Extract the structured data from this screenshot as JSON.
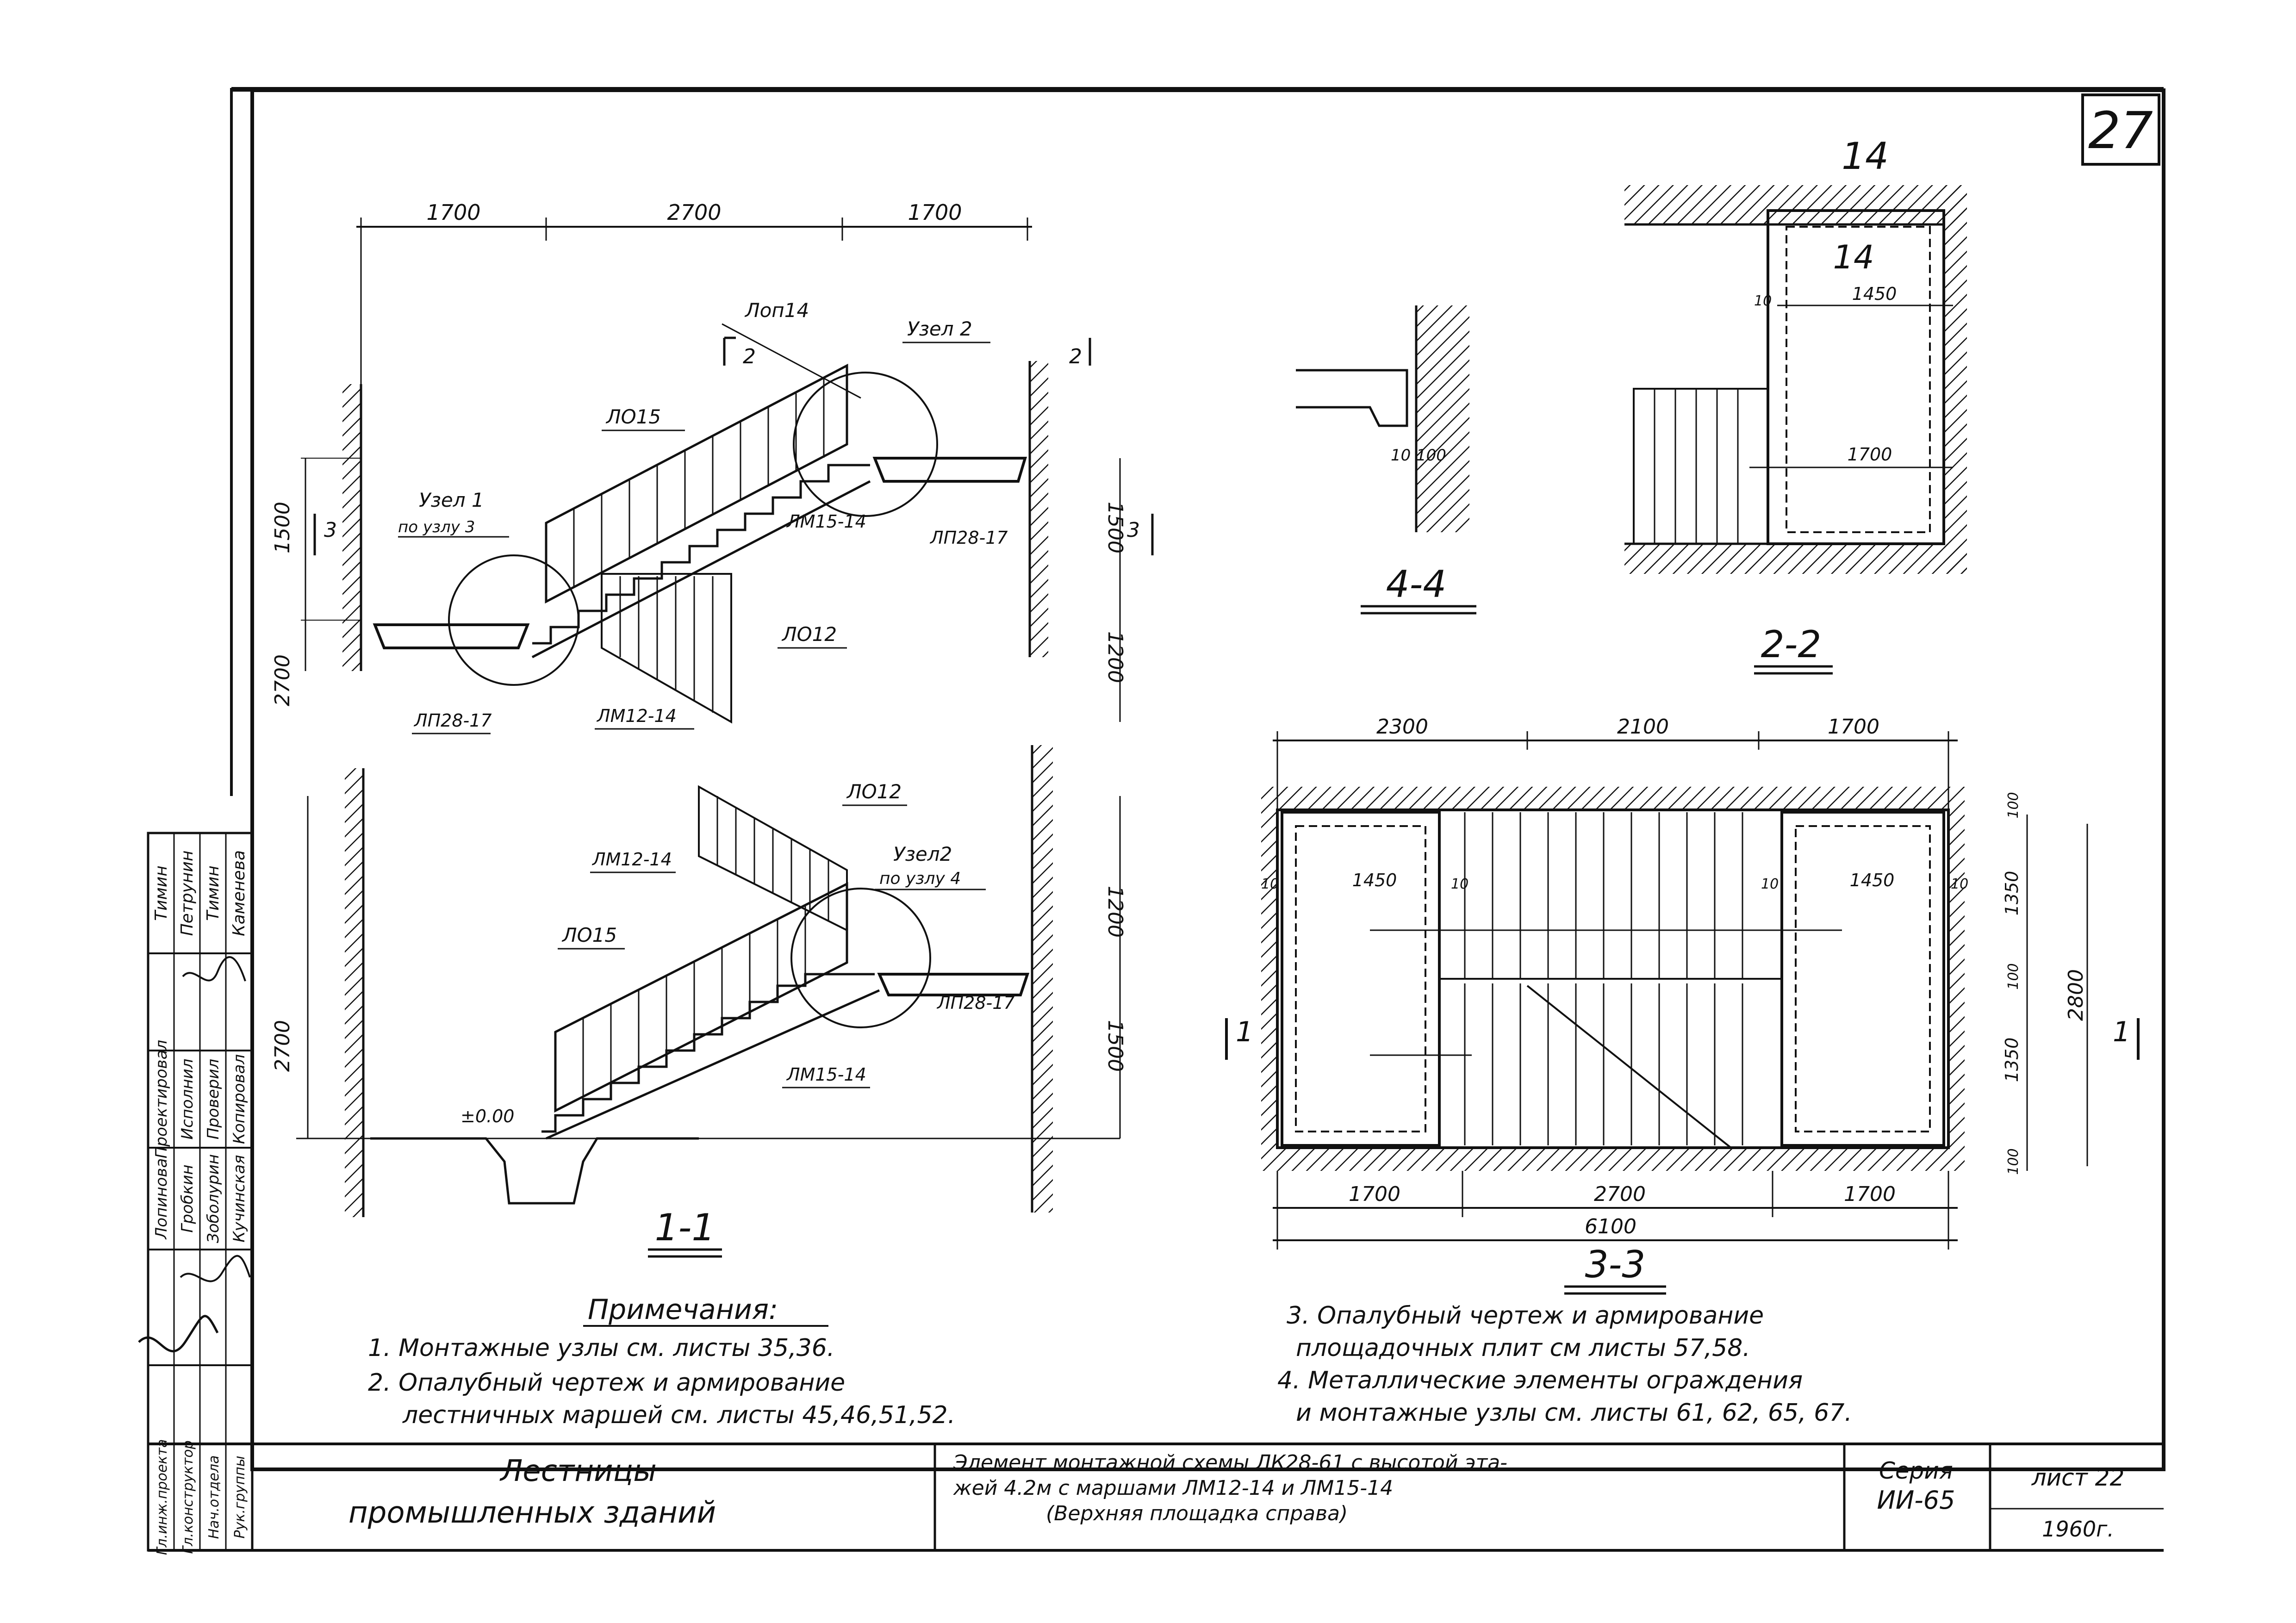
{
  "sheet_number": "27",
  "notes": {
    "heading": "Примечания:",
    "items": [
      "1. Монтажные узлы см. листы 35,36.",
      "2. Опалубный чертеж и армирование",
      "лестничных маршей см. листы 45,46,51,52.",
      "3. Опалубный чертеж и армирование",
      "площадочных плит см листы 57,58.",
      "4. Металлические элементы ограждения",
      "и монтажные узлы см. листы 61, 62, 65, 67."
    ]
  },
  "title_block": {
    "title_line1": "Лестницы",
    "title_line2": "промышленных зданий",
    "desc_line1": "Элемент монтажной схемы ЛК28-61 с высотой эта-",
    "desc_line2": "жей 4.2м с маршами ЛМ12-14 и ЛМ15-14",
    "desc_line3": "(Верхняя площадка справа)",
    "series_label": "Серия",
    "series_value": "ИИ-65",
    "sheet_label": "лист 22",
    "year": "1960г."
  },
  "signatures": {
    "roles_right": [
      "Проектировал",
      "Исполнил",
      "Проверил",
      "Копировал"
    ],
    "names_right": [
      "Тимин",
      "Петрунин",
      "Тимин",
      "Каменева"
    ],
    "roles_left": [
      "Гл.инж.проекта",
      "Гл.конструктор",
      "Нач.отдела",
      "Рук.группы"
    ],
    "names_left": [
      "Лопинова",
      "Гробкин",
      "Зоболурин",
      "Кучинская"
    ]
  },
  "view_2_2": {
    "label": "2-2",
    "dims": {
      "top": "1450",
      "mid": "1700",
      "side": "10",
      "mark": "14"
    },
    "top_mark": "14"
  },
  "view_4_4": {
    "label": "4-4",
    "dims": [
      "10",
      "100"
    ]
  },
  "view_upper": {
    "dims_top": [
      "1700",
      "2700",
      "1700"
    ],
    "dims_left": [
      "1500",
      "2700"
    ],
    "dims_right": [
      "1500",
      "1200"
    ],
    "labels": [
      "Лоп14",
      "Узел 2",
      "ЛО15",
      "Узел 1",
      "по узлу 3",
      "ЛМ15-14",
      "ЛП28-17",
      "ЛО12",
      "ЛП28-17",
      "ЛМ12-14"
    ],
    "section_marks": [
      "2",
      "2",
      "3",
      "3"
    ]
  },
  "view_1_1": {
    "label": "1-1",
    "dims_left": [
      "2700"
    ],
    "dims_right": [
      "1200",
      "1500"
    ],
    "labels": [
      "ЛО12",
      "ЛМ12-14",
      "Узел2",
      "по узлу 4",
      "ЛО15",
      "ЛП28-17",
      "ЛМ15-14"
    ],
    "elevation": "±0.00"
  },
  "view_3_3": {
    "label": "3-3",
    "dims_top": [
      "2300",
      "2100",
      "1700"
    ],
    "dims_bottom": [
      "1700",
      "2700",
      "1700"
    ],
    "dims_total": "6100",
    "dims_right": [
      "100",
      "1350",
      "100",
      "1350",
      "100"
    ],
    "dims_overall": "2800",
    "inner_dims": [
      "1450",
      "1450"
    ],
    "tens": [
      "10",
      "10",
      "10",
      "10"
    ],
    "section_marks": [
      "1",
      "1"
    ]
  }
}
